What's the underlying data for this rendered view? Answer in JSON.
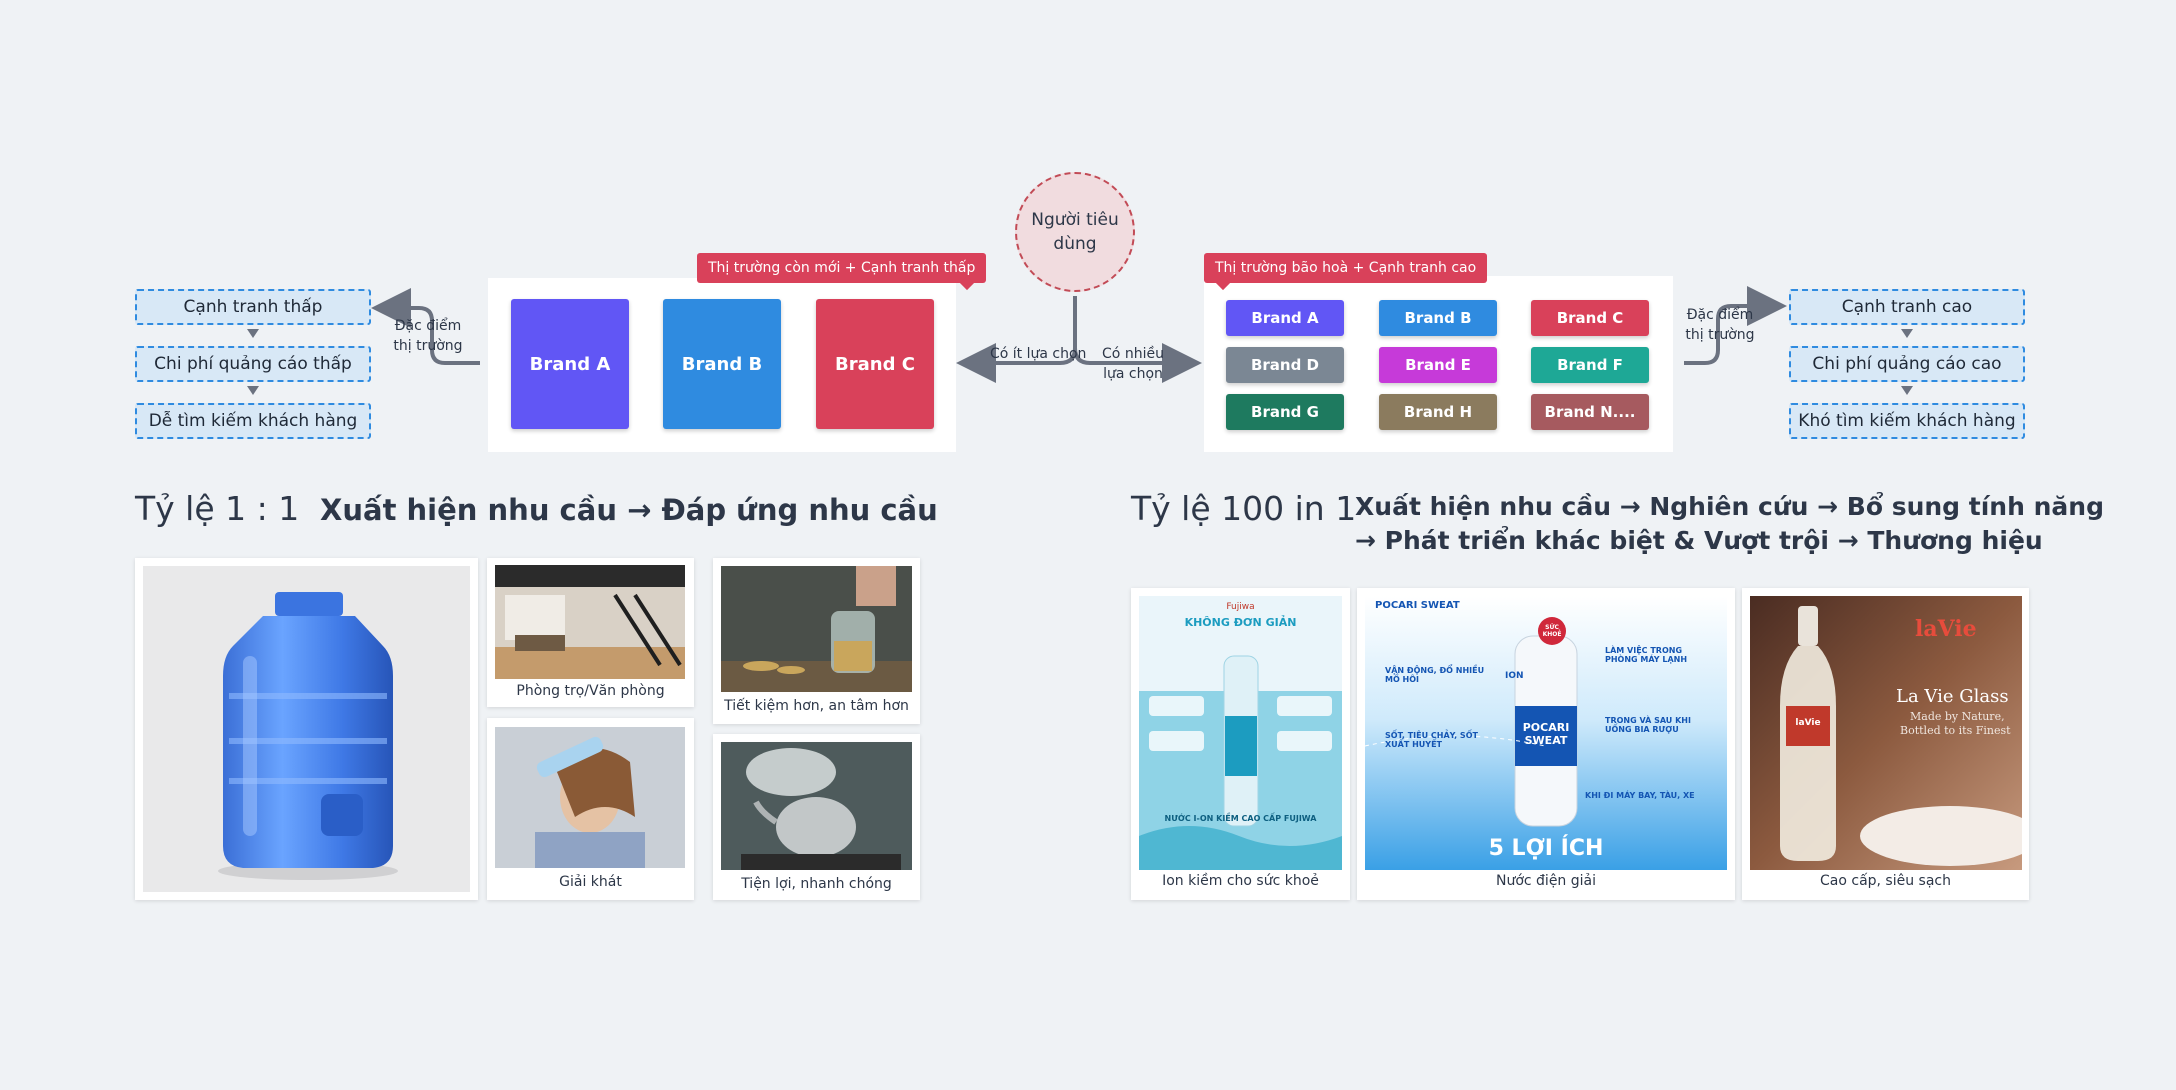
{
  "consumer": {
    "label": "Người tiêu dùng"
  },
  "left_market": {
    "tag": "Thị trường còn mới + Cạnh tranh thấp",
    "brands": [
      {
        "label": "Brand A",
        "color": "#6156f5"
      },
      {
        "label": "Brand B",
        "color": "#2f8be0"
      },
      {
        "label": "Brand C",
        "color": "#d9415a"
      }
    ],
    "choice_label": "Có ít lựa chọn",
    "trait_label": "Đặc điểm thị trường",
    "traits": [
      "Cạnh tranh thấp",
      "Chi phí quảng cáo thấp",
      "Dễ tìm kiếm khách hàng"
    ]
  },
  "right_market": {
    "tag": "Thị trường bão hoà + Cạnh tranh cao",
    "brands": [
      {
        "label": "Brand A",
        "color": "#6156f5"
      },
      {
        "label": "Brand B",
        "color": "#2f8be0"
      },
      {
        "label": "Brand C",
        "color": "#d9415a"
      },
      {
        "label": "Brand D",
        "color": "#7b8794"
      },
      {
        "label": "Brand E",
        "color": "#c63ad9"
      },
      {
        "label": "Brand F",
        "color": "#1ea896"
      },
      {
        "label": "Brand G",
        "color": "#1e7a5f"
      },
      {
        "label": "Brand H",
        "color": "#8b7b5e"
      },
      {
        "label": "Brand N....",
        "color": "#a65a5f"
      }
    ],
    "choice_label": "Có nhiều lựa chọn",
    "trait_label": "Đặc điểm thị trường",
    "traits": [
      "Cạnh tranh cao",
      "Chi phí quảng cáo cao",
      "Khó tìm kiếm khách hàng"
    ]
  },
  "left_heading": {
    "ratio": "Tỷ lệ 1 : 1",
    "flow": "Xuất hiện nhu cầu → Đáp ứng nhu cầu"
  },
  "right_heading": {
    "ratio": "Tỷ lệ 100 in 1",
    "flow_line1": "Xuất hiện nhu cầu → Nghiên cứu → Bổ sung tính năng",
    "flow_line2": "→ Phát triển khác biệt & Vượt trội → Thương hiệu"
  },
  "left_photos": {
    "room": "Phòng trọ/Văn phòng",
    "drink": "Giải khát",
    "saving": "Tiết kiệm hơn, an tâm hơn",
    "kettle": "Tiện lợi, nhanh chóng"
  },
  "right_photos": {
    "fujiwa": {
      "caption": "Ion kiềm cho sức khoẻ",
      "brand": "Fujiwa",
      "headline": "KHÔNG ĐƠN GIẢN",
      "footer": "NƯỚC I-ON KIỀM CAO CẤP FUJIWA"
    },
    "pocari": {
      "caption": "Nước điện giải",
      "brand": "POCARI SWEAT",
      "badge": "ION",
      "heart": "SỨC KHOẺ",
      "benefits": [
        "VẬN ĐỘNG, ĐỔ NHIỀU MỒ HÔI",
        "LÀM VIỆC TRONG PHÒNG MÁY LẠNH",
        "SỐT, TIÊU CHẢY, SỐT XUẤT HUYẾT",
        "TRONG VÀ SAU KHI UỐNG BIA RƯỢU",
        "KHI ĐI MÁY BAY, TÀU, XE"
      ],
      "footer": "5 LỢI ÍCH"
    },
    "lavie": {
      "caption": "Cao cấp, siêu sạch",
      "logo": "laVie",
      "title": "La Vie Glass",
      "tagline1": "Made by Nature,",
      "tagline2": "Bottled to its Finest"
    }
  }
}
